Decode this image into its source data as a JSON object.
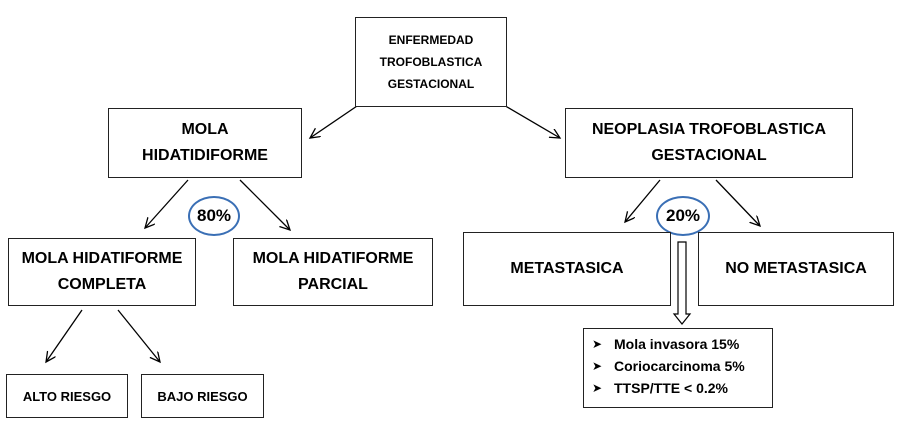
{
  "root": {
    "line1": "ENFERMEDAD",
    "line2": "TROFOBLASTICA",
    "line3": "GESTACIONAL"
  },
  "mola": {
    "line1": "MOLA",
    "line2": "HIDATIDIFORME",
    "percent": "80%"
  },
  "neoplasia": {
    "line1": "NEOPLASIA TROFOBLASTICA",
    "line2": "GESTACIONAL",
    "percent": "20%"
  },
  "mola_completa": {
    "line1": "MOLA HIDATIFORME",
    "line2": "COMPLETA"
  },
  "mola_parcial": {
    "line1": "MOLA HIDATIFORME",
    "line2": "PARCIAL"
  },
  "metastasica": "METASTASICA",
  "no_metastasica": "NO METASTASICA",
  "alto_riesgo": "ALTO RIESGO",
  "bajo_riesgo": "BAJO RIESGO",
  "metastasica_list": [
    "Mola invasora 15%",
    "Coriocarcinoma 5%",
    "TTSP/TTE < 0.2%"
  ],
  "colors": {
    "circle_border": "#3a6fb5",
    "line": "#000000"
  }
}
